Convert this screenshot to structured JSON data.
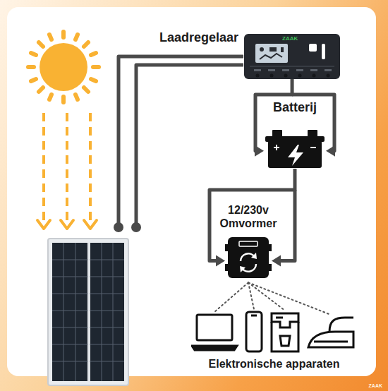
{
  "diagram": {
    "nodes": [
      {
        "text": [
          "Laadregelaar",
          "ZAAK"
        ]
      },
      {
        "text": [
          "Batterij"
        ]
      },
      {
        "text": [
          "12/230v Omvormer"
        ]
      },
      {
        "text": [
          "Elektronische apparaten"
        ]
      }
    ],
    "edges": [
      {
        "from": 0,
        "to": 1,
        "arrow": "to"
      },
      {
        "from": 1,
        "to": 2,
        "arrow": "to"
      },
      {
        "from": 2,
        "to": 3,
        "arrow": "none"
      }
    ],
    "labels": [
      "ZAAK"
    ]
  }
}
